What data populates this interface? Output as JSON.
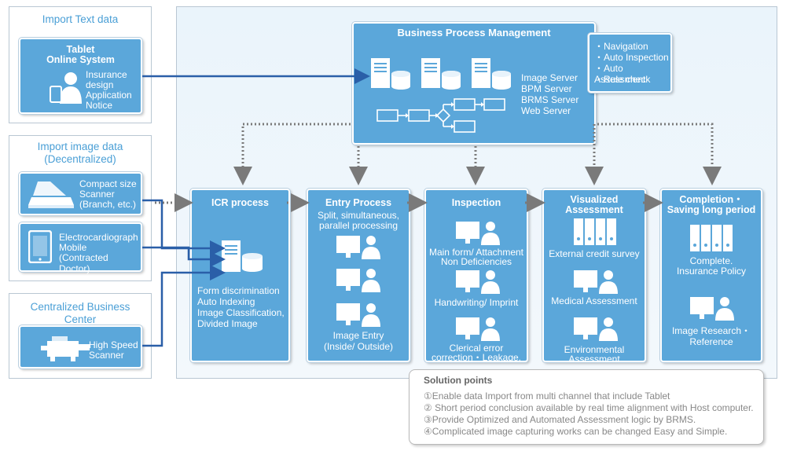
{
  "import_text": {
    "title": "Import Text data",
    "box_title": [
      "Tablet",
      "Online System"
    ],
    "items": [
      "Insurance",
      "design",
      "Application",
      "Notice"
    ]
  },
  "import_image": {
    "title": [
      "Import image data",
      "(Decentralized)"
    ],
    "scanner": [
      "Compact size",
      "Scanner",
      "(Branch, etc.)"
    ],
    "ecg": [
      "Electrocardiograph",
      "Mobile",
      "(Contracted Doctor)"
    ]
  },
  "central": {
    "title": [
      "Centralized Business",
      "Center"
    ],
    "scanner": [
      "High Speed",
      "Scanner"
    ]
  },
  "bpm": {
    "title": "Business Process Management",
    "servers": [
      "Image Server",
      "BPM Server",
      "BRMS Server",
      "Web Server"
    ]
  },
  "nav": {
    "items": [
      "・Navigation",
      "・Auto Inspection",
      "・Auto Assessment",
      "・Rule check"
    ]
  },
  "icr": {
    "title": "ICR process",
    "items": [
      "Form discrimination",
      "Auto Indexing",
      "Image Classification,",
      "Divided Image"
    ]
  },
  "entry": {
    "title": "Entry Process",
    "subtitle": [
      "Split, simultaneous,",
      "parallel processing"
    ],
    "footer": [
      "Image Entry",
      "(Inside/ Outside)"
    ]
  },
  "inspection": {
    "title": "Inspection",
    "item1": [
      "Main form/ Attachment",
      "Non Deficiencies"
    ],
    "item2": "Handwriting/ Imprint",
    "item3": [
      "Clerical error",
      "correction・Leakage,"
    ]
  },
  "visual": {
    "title": [
      "Visualized",
      "Assessment"
    ],
    "item1": "External credit survey",
    "item2": "Medical Assessment",
    "item3": [
      "Environmental",
      "Assessment"
    ]
  },
  "completion": {
    "title": [
      "Completion・",
      "Saving long period"
    ],
    "item1": [
      "Complete.",
      "Insurance Policy"
    ],
    "item2": [
      "Image Research・",
      "Reference"
    ]
  },
  "solution": {
    "title": "Solution points",
    "points": [
      "①Enable data Import from multi channel that include Tablet",
      "② Short period conclusion available by real time alignment with Host computer.",
      "③Provide Optimized and Automated Assessment logic by BRMS.",
      "④Complicated image capturing works can be changed Easy and Simple."
    ]
  },
  "colors": {
    "box_fill": "#5ba7da",
    "accent_text": "#4a9fd6",
    "arrow": "#2a5fa8",
    "dotted_arrow": "#7a7a7a"
  }
}
